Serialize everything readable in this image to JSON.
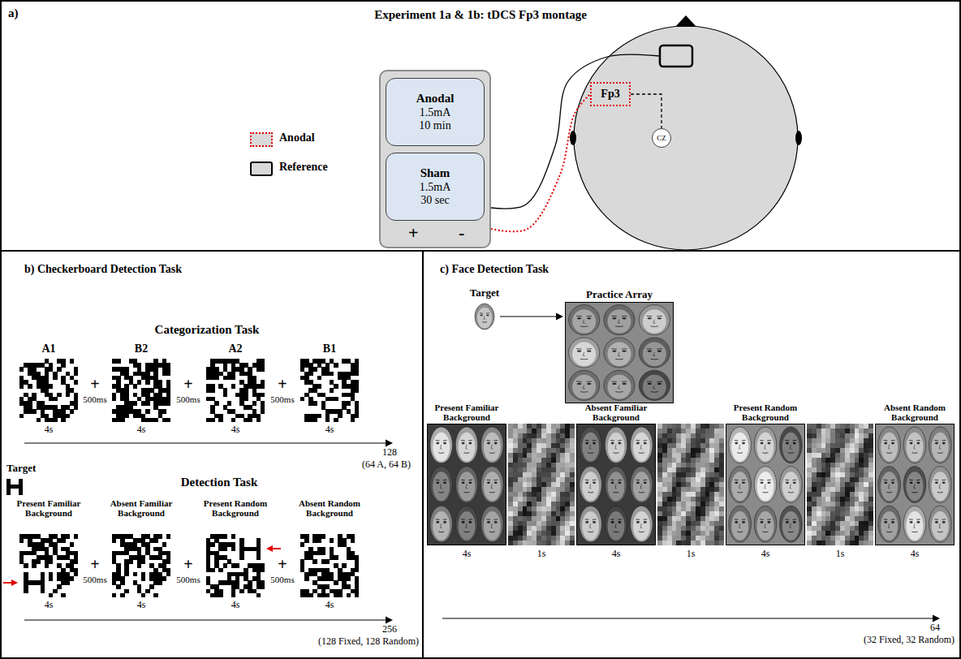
{
  "diagram": {
    "nodes": [
      {
        "text": [
          "a)",
          "Experiment 1a & 1b: tDCS Fp3 montage"
        ]
      },
      {
        "text": [
          "+",
          "-"
        ],
        "in": 0
      },
      {
        "text": [
          "Anodal",
          "1.5mA 10 min"
        ],
        "in": 1
      },
      {
        "text": [
          "Sham",
          "1.5mA 30 sec"
        ],
        "in": 1
      },
      {
        "text": [
          "Fp3"
        ],
        "in": 0
      },
      {
        "text": [
          "CZ"
        ],
        "in": 0
      },
      {
        "text": [
          "b) Checkerboard Detection Task"
        ]
      },
      {
        "text": [
          "c) Face Detection Task"
        ]
      },
      {
        "text": [
          "Practice Array"
        ],
        "in": 7
      },
      {
        "text": [
          "Present Familiar Background"
        ],
        "in": 7
      },
      {
        "text": [
          "Absent Familiar Background"
        ],
        "in": 7
      },
      {
        "text": [
          "Present Random Background"
        ],
        "in": 7
      },
      {
        "text": [
          "Absent Random Background"
        ],
        "in": 7
      }
    ],
    "edges": [
      {
        "from": 1,
        "to": 4,
        "arrow": "none"
      },
      {
        "from": 4,
        "to": 5,
        "arrow": "none"
      }
    ],
    "labels": [
      "Categorization Task",
      "A1",
      "B2",
      "A2",
      "B1",
      "+",
      "500ms",
      "+",
      "500ms",
      "+",
      "500ms",
      "4s",
      "4s",
      "4s",
      "4s",
      "128",
      "(64 A, 64 B)",
      "Target",
      "Detection Task",
      "Present Familiar Background",
      "Absent Familiar Background",
      "Present Random Background",
      "Absent Random Background",
      "+",
      "500ms",
      "+",
      "500ms",
      "+",
      "500ms",
      "4s",
      "4s",
      "4s",
      "4s",
      "256",
      "(128 Fixed, 128 Random)",
      "Target",
      "4s",
      "1s",
      "4s",
      "1s",
      "4s",
      "1s",
      "4s",
      "64",
      "(32 Fixed, 32 Random)"
    ],
    "legend": [
      {
        "text": "Anodal"
      },
      {
        "text": "Reference"
      }
    ]
  }
}
